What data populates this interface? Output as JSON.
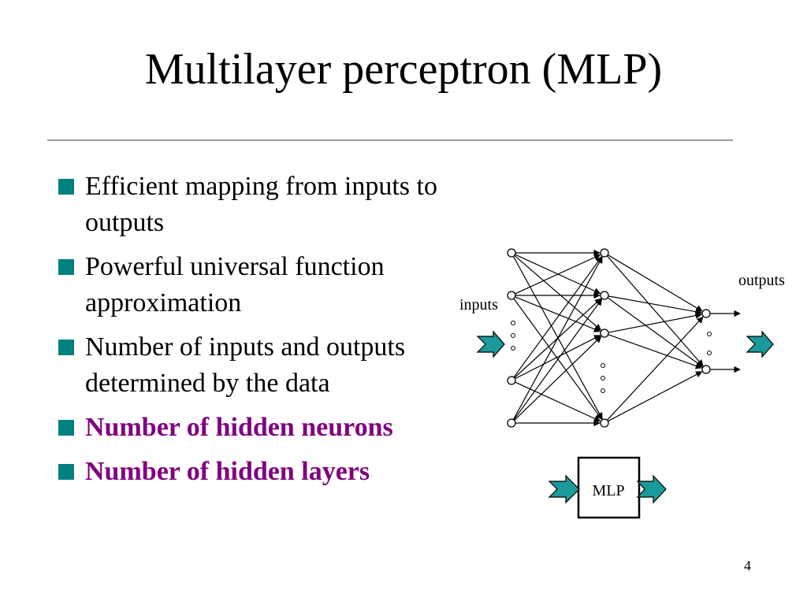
{
  "slide": {
    "title": "Multilayer perceptron (MLP)",
    "page_number": "4"
  },
  "bullets": [
    {
      "text": "Efficient mapping from inputs to outputs",
      "highlight": false
    },
    {
      "text": "Powerful universal function approximation",
      "highlight": false
    },
    {
      "text": "Number of inputs and outputs determined by the data",
      "highlight": false
    },
    {
      "text": "Number of hidden neurons",
      "highlight": true
    },
    {
      "text": "Number of hidden layers",
      "highlight": true
    }
  ],
  "diagram": {
    "inputs_label": "inputs",
    "outputs_label": "outputs",
    "box_label": "MLP"
  },
  "colors": {
    "bullet_marker": "#008080",
    "highlight_text": "#800080",
    "arrow_fill": "#1a9a9a"
  }
}
